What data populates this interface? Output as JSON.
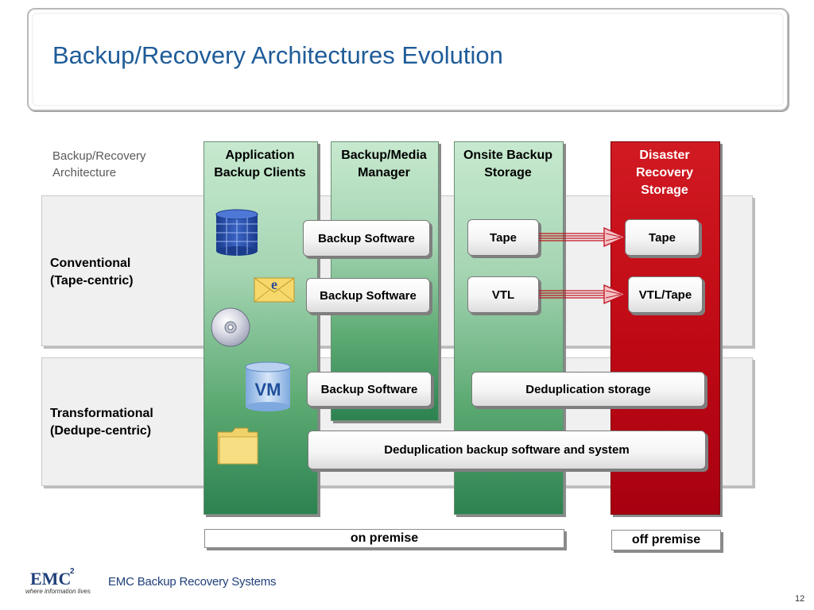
{
  "slide": {
    "title": "Backup/Recovery Architectures Evolution",
    "page_number": "12"
  },
  "row_header": "Backup/Recovery Architecture",
  "rows": {
    "conventional": "Conventional (Tape-centric)",
    "transformational": "Transformational (Dedupe-centric)"
  },
  "columns": {
    "clients": "Application Backup Clients",
    "media_manager": "Backup/Media Manager",
    "onsite": "Onsite Backup Storage",
    "disaster": "Disaster Recovery Storage"
  },
  "boxes": {
    "backup_software_1": "Backup Software",
    "backup_software_2": "Backup Software",
    "backup_software_3": "Backup Software",
    "tape_onsite": "Tape",
    "vtl_onsite": "VTL",
    "tape_dr": "Tape",
    "vtl_tape_dr": "VTL/Tape",
    "dedup_storage": "Deduplication storage",
    "dedup_system": "Deduplication backup software and system"
  },
  "premises": {
    "on": "on premise",
    "off": "off premise"
  },
  "icons": [
    "database-icon",
    "email-icon",
    "disc-icon",
    "vm-icon",
    "folder-icon"
  ],
  "vm_icon_text": "VM",
  "email_icon_text": "e",
  "footer": {
    "logo_text": "EMC",
    "logo_superscript": "2",
    "tagline": "where information lives",
    "brand": "EMC Backup Recovery Systems"
  },
  "colors": {
    "title": "#1f5c99",
    "green_column": "#2c8250",
    "red_column": "#c00a15",
    "arrow": "#c1121f"
  }
}
